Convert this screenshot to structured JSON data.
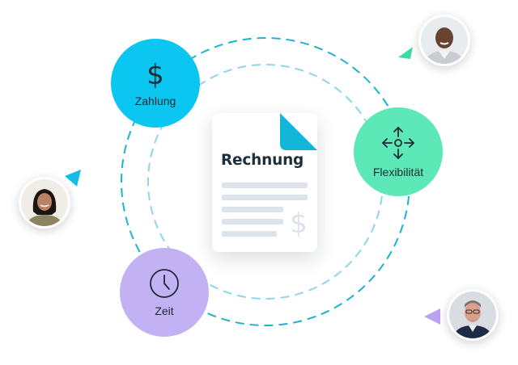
{
  "document": {
    "title": "Rechnung"
  },
  "nodes": [
    {
      "label": "Zahlung",
      "icon": "dollar-icon",
      "color": "#0bc6f0"
    },
    {
      "label": "Flexibilität",
      "icon": "move-arrows-icon",
      "color": "#5de8b8"
    },
    {
      "label": "Zeit",
      "icon": "clock-icon",
      "color": "#c2b2f4"
    }
  ],
  "avatars": [
    {
      "icon": "person-photo-icon",
      "pointer_color": "#3ddba4"
    },
    {
      "icon": "person-photo-icon",
      "pointer_color": "#14bde6"
    },
    {
      "icon": "person-photo-icon",
      "pointer_color": "#b8a4f2"
    }
  ],
  "colors": {
    "ring": "#1ab3d0",
    "ring_light": "#8fd6e6",
    "text": "#1d2b36",
    "doc_corner": "#14b6d8"
  }
}
